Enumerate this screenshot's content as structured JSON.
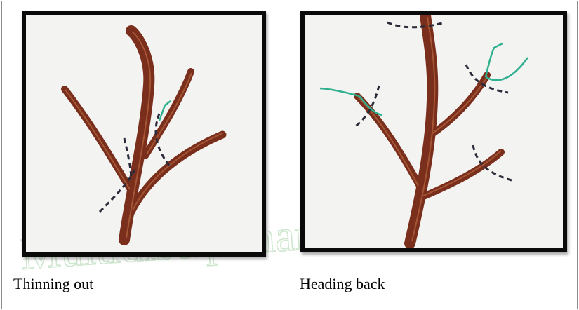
{
  "watermark": "Multidisciplinar",
  "cells": [
    {
      "caption": "Thinning out"
    },
    {
      "caption": "Heading back"
    }
  ],
  "colors": {
    "branch": "#7a2e1c",
    "branch_highlight": "#b0603c",
    "cut_line": "#2a2a3a",
    "new_growth": "#2fb08e",
    "frame": "#0a0a0a"
  }
}
